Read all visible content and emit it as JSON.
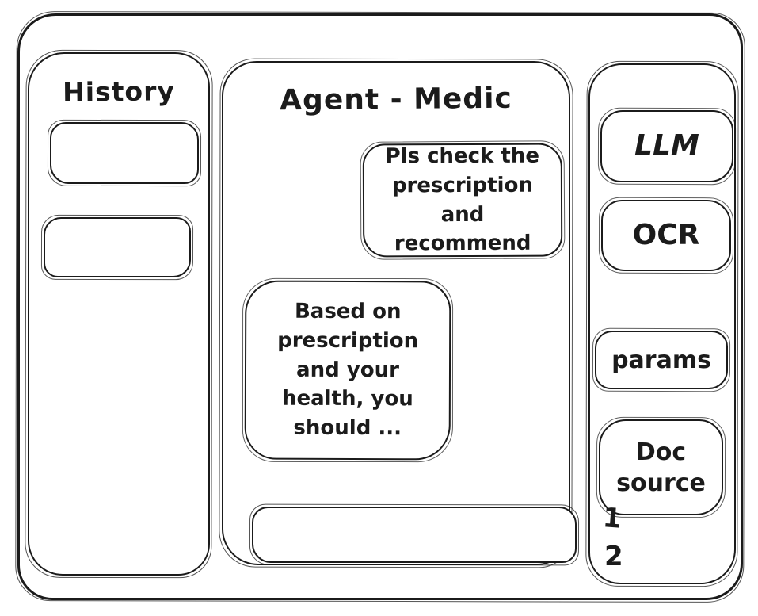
{
  "colors": {
    "ink": "#1b1b1b",
    "background": "#ffffff"
  },
  "history": {
    "title": "History",
    "items": [
      {
        "label": ""
      },
      {
        "label": ""
      }
    ]
  },
  "chat": {
    "title": "Agent - Medic",
    "messages": [
      {
        "role": "user",
        "text": "Pls check the prescription and recommend"
      },
      {
        "role": "assistant",
        "text": "Based on prescription and your health, you should ..."
      }
    ],
    "input": {
      "value": "",
      "placeholder": ""
    }
  },
  "tools": {
    "buttons": [
      {
        "label": "LLM"
      },
      {
        "label": "OCR"
      },
      {
        "label": "params"
      },
      {
        "label": "Doc source"
      }
    ],
    "doc_source_list": [
      "1",
      "2"
    ]
  }
}
